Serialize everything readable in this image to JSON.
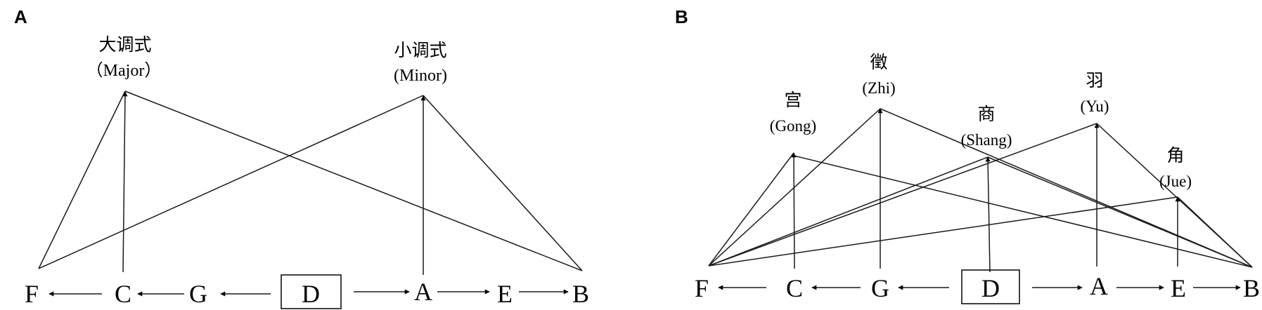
{
  "panel_a": {
    "label": "A",
    "major_zh": "大调式",
    "major_en": "（Major）",
    "minor_zh": "小调式",
    "minor_en": "(Minor)",
    "notes": [
      "F",
      "C",
      "G",
      "D",
      "A",
      "E",
      "B"
    ]
  },
  "panel_b": {
    "label": "B",
    "gong_zh": "宫",
    "gong_en": "(Gong)",
    "zhi_zh": "徵",
    "zhi_en": "(Zhi)",
    "shang_zh": "商",
    "shang_en": "(Shang)",
    "yu_zh": "羽",
    "yu_en": "(Yu)",
    "jue_zh": "角",
    "jue_en": "(Jue)",
    "notes": [
      "F",
      "C",
      "G",
      "D",
      "A",
      "E",
      "B"
    ]
  }
}
